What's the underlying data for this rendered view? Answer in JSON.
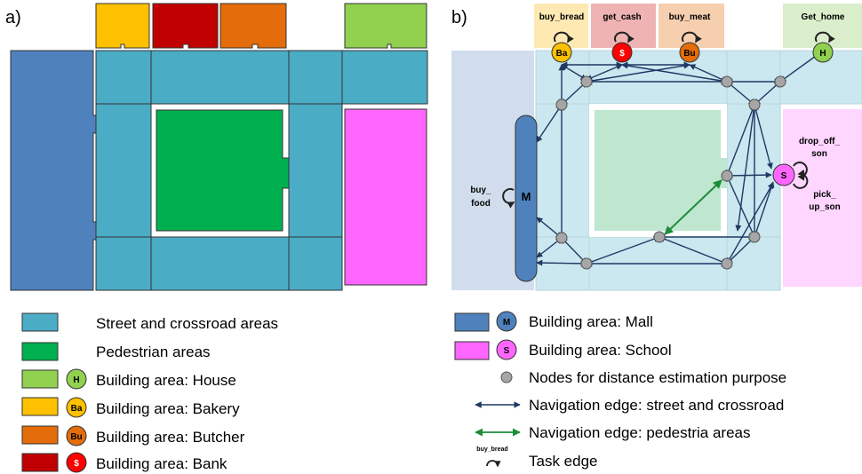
{
  "panel_a": {
    "label": "a)"
  },
  "panel_b": {
    "label": "b)"
  },
  "node_labels": {
    "bakery": "Ba",
    "bank": "$",
    "butcher": "Bu",
    "house": "H",
    "mall": "M",
    "school": "S"
  },
  "tasks": {
    "buy_bread": "buy_bread",
    "get_cash": "get_cash",
    "buy_meat": "buy_meat",
    "get_home": "Get_home",
    "buy_food_1": "buy_",
    "buy_food_2": "food",
    "drop_off_1": "drop_off_",
    "drop_off_2": "son",
    "pick_up_1": "pick_",
    "pick_up_2": "up_son"
  },
  "legend_a": [
    {
      "text": "Street and crossroad areas"
    },
    {
      "text": "Pedestrian areas"
    },
    {
      "text": "Building area: House",
      "icon": "H"
    },
    {
      "text": "Building area: Bakery",
      "icon": "Ba"
    },
    {
      "text": "Building area: Butcher",
      "icon": "Bu"
    },
    {
      "text": "Building area: Bank",
      "icon": "$"
    }
  ],
  "legend_b": [
    {
      "text": "Building area: Mall",
      "icon": "M"
    },
    {
      "text": "Building area: School",
      "icon": "S"
    },
    {
      "text": "Nodes for distance estimation purpose"
    },
    {
      "text": "Navigation edge: street and crossroad"
    },
    {
      "text": "Navigation edge: pedestria areas"
    },
    {
      "text": "Task edge",
      "small": "buy_bread"
    }
  ],
  "colors": {
    "street": "#4bacc6",
    "pedestrian": "#00b050",
    "house": "#92d050",
    "bakery": "#ffc000",
    "butcher": "#e46c0a",
    "bank": "#c00000",
    "mall": "#4f81bd",
    "school": "#ff66ff",
    "node": "#a6a6a6",
    "nav_edge": "#1f3864",
    "ped_edge": "#1e8c3c",
    "bank_node": "#ff0000"
  }
}
